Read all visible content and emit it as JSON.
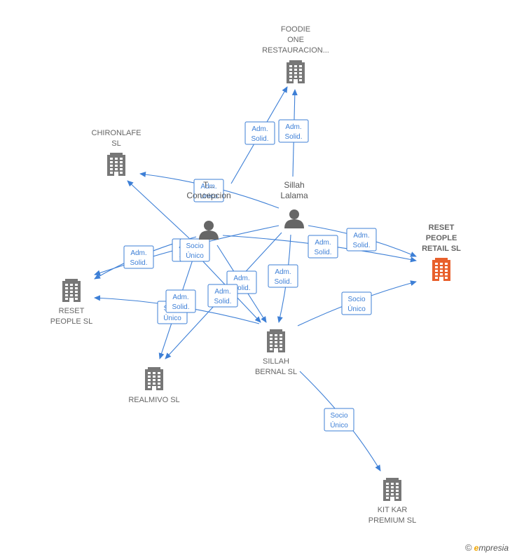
{
  "companies": [
    {
      "id": "foodie",
      "lines": [
        "FOODIE",
        "ONE",
        "RESTAURACION..."
      ],
      "color": "#777777",
      "bold": false
    },
    {
      "id": "chironlafe",
      "lines": [
        "CHIRONLAFE",
        "SL"
      ],
      "color": "#777777",
      "bold": false
    },
    {
      "id": "reset_retail",
      "lines": [
        "RESET",
        "PEOPLE",
        "RETAIL  SL"
      ],
      "color": "#e8602c",
      "bold": true
    },
    {
      "id": "reset_people",
      "lines": [
        "RESET",
        "PEOPLE  SL"
      ],
      "color": "#777777",
      "bold": false
    },
    {
      "id": "sillah_bernal",
      "lines": [
        "SILLAH",
        "BERNAL  SL"
      ],
      "color": "#777777",
      "bold": false
    },
    {
      "id": "realmivo",
      "lines": [
        "REALMIVO  SL"
      ],
      "color": "#777777",
      "bold": false
    },
    {
      "id": "kitkar",
      "lines": [
        "KIT KAR",
        "PREMIUM  SL"
      ],
      "color": "#777777",
      "bold": false
    }
  ],
  "persons": [
    {
      "id": "sillah_lalama",
      "lines": [
        "Sillah",
        "Lalama"
      ]
    },
    {
      "id": "t_concepcion",
      "lines": [
        "T...",
        "Concepcion"
      ]
    }
  ],
  "relations": [
    {
      "id": "r1",
      "lines": [
        "Adm.",
        "Solid."
      ]
    },
    {
      "id": "r2",
      "lines": [
        "Adm.",
        "Solid."
      ]
    },
    {
      "id": "r3",
      "lines": [
        "Adm.",
        "Unico"
      ]
    },
    {
      "id": "r4",
      "lines": [
        "Adm.",
        "Solid."
      ]
    },
    {
      "id": "r5",
      "lines": [
        "Adm.",
        "Solid."
      ]
    },
    {
      "id": "r6",
      "lines": [
        "Adm.",
        "Solid."
      ]
    },
    {
      "id": "r7",
      "lines": [
        "Adm.",
        "Sol..."
      ]
    },
    {
      "id": "r8",
      "lines": [
        "Socio",
        "Único"
      ]
    },
    {
      "id": "r9",
      "lines": [
        "Adm.",
        "Solid."
      ]
    },
    {
      "id": "r10",
      "lines": [
        "Adm.",
        "Solid."
      ]
    },
    {
      "id": "r11",
      "lines": [
        "Socio",
        "Único"
      ]
    },
    {
      "id": "r12",
      "lines": [
        "Adm.",
        "Solid."
      ]
    },
    {
      "id": "r13",
      "lines": [
        "Adm.",
        "Solid."
      ]
    },
    {
      "id": "r14",
      "lines": [
        "Socio",
        "Único"
      ]
    },
    {
      "id": "r15",
      "lines": [
        "Socio",
        "Único"
      ]
    }
  ],
  "footer": {
    "copyright": "©",
    "brand_initial": "e",
    "brand_rest": "mpresia"
  },
  "colors": {
    "edge": "#3d7fd6",
    "building": "#777777",
    "highlight": "#e8602c",
    "person": "#666666"
  }
}
